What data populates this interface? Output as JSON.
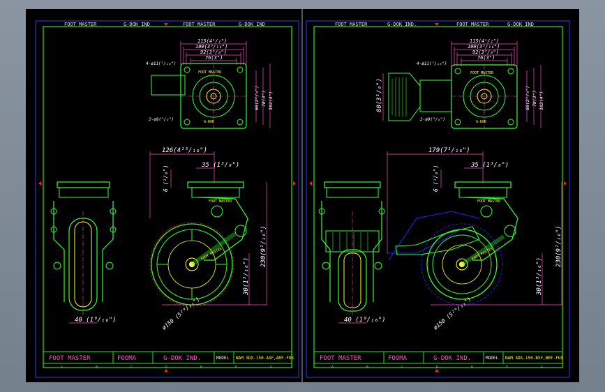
{
  "colors": {
    "background": "#000000",
    "frame": "#8a95a1",
    "border_blue": "#2a3cff",
    "border_green": "#29e629",
    "sheet_divider": "#9aa6b2",
    "dim_magenta": "#ff4cc9",
    "part_green": "#33ff33",
    "part_yellow": "#ffff33",
    "text_white": "#ffffff",
    "red_marker": "#ff2222",
    "brake_blue": "#2222ff",
    "hidden_red": "#cc2020"
  },
  "left_sheet": {
    "header_left_1": "FOOT MASTER",
    "header_left_2": "G-DOK IND",
    "header_right_1": "FOOT MASTER",
    "header_right_2": "G-DOK IND",
    "top_dims": [
      "115(4¹/₂\")",
      "100(3⁵/₁₆\")",
      "92(3⁵/₈\")",
      "76(3\")"
    ],
    "hole_note": "4-ø11(⁷/₁₆\")",
    "bolt_note": "2-ø9(³/₈\")",
    "side_dims": [
      "66(2⁵/₈\")",
      "78(3\")",
      "102(4\")"
    ],
    "plate_label": "FOOT MASTER",
    "top_logo": "G-DOK",
    "offset_dim": "126(4¹⁵/₁₆\")",
    "swivel_dim": "35  (1³/₈\")",
    "gap_dim": "6  (¹/₄\")",
    "height_dim": "230(9¹/₁₆\")",
    "axle_dim": "30(1³/₁₆\")",
    "wheel_dim": "ø150 (5²⁹/₃₂\")",
    "width_dim": "40  (1⁹/₁₆\")",
    "arm_label": "FOOT MASTER",
    "wheel_label": "FOOT MASTER",
    "title_brand": "FOOT MASTER",
    "title_short": "FOOMA",
    "title_company": "G-DOK IND.",
    "title_model_label": "MODEL",
    "title_model": "NAM SDS-150-ASF,ARF-FUS",
    "grid_letters": [
      "A",
      "B",
      "C",
      "D",
      "E",
      "F",
      "G"
    ]
  },
  "right_sheet": {
    "header_left_1": "FOOT MASTER",
    "header_left_2": "G-DOK IND.",
    "header_right_1": "FOOT MASTER",
    "header_right_2": "G-DOK IND",
    "top_dims": [
      "115(4¹/₂\")",
      "100(3⁵/₁₆\")",
      "92(3⁵/₈\")",
      "76(3\")"
    ],
    "hole_note": "4-ø11(⁷/₁₆\")",
    "bolt_note": "2-ø9(³/₈\")",
    "side_dims": [
      "66(2⁵/₈\")",
      "78(3\")",
      "102(4\")"
    ],
    "pedal_dim": "80(3¹/₈\")",
    "plate_label": "FOOT MASTER",
    "top_logo": "G-DOK",
    "offset_dim": "179(7¹/₁₆\")",
    "swivel_dim": "35  (1³/₈\")",
    "gap_dim": "6  (¹/₄\")",
    "height_dim": "230(9¹/₁₆\")",
    "axle_dim": "30(1³/₁₆\")",
    "wheel_dim": "ø150 (5²⁹/₃₂\")",
    "width_dim": "40  (1⁹/₁₆\")",
    "arm_label": "FOOT MASTER",
    "wheel_label": "FOOT MASTER",
    "title_brand": "FOOT MASTER",
    "title_short": "FOOMA",
    "title_company": "G-DOK IND.",
    "title_model_label": "MODEL",
    "title_model": "NAM SDS-150-BSF,BRF-FUS",
    "grid_letters": [
      "A",
      "B",
      "C",
      "D",
      "E",
      "F",
      "G"
    ]
  }
}
